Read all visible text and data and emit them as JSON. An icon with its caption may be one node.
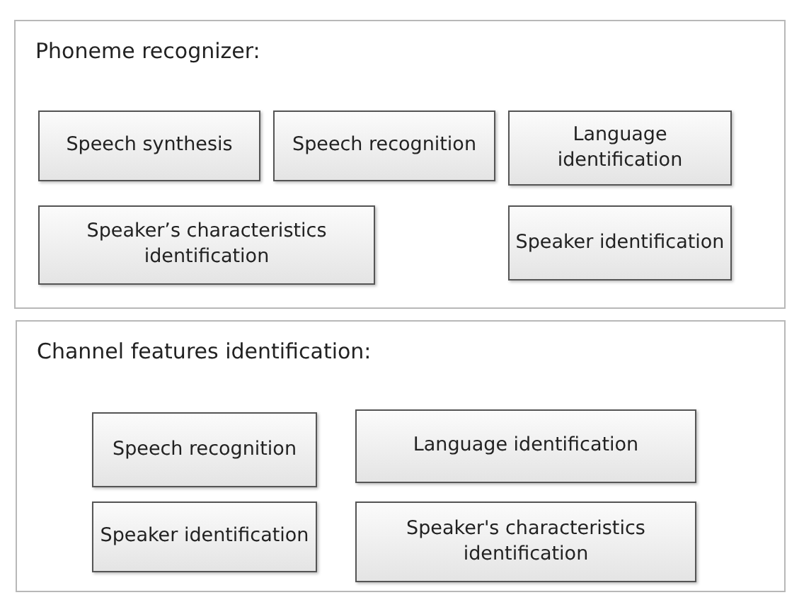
{
  "diagram": {
    "nodes": [
      {
        "text": [
          "Phoneme recognizer:"
        ]
      },
      {
        "text": [
          "Speech synthesis"
        ],
        "in": 0
      },
      {
        "text": [
          "Speech recognition"
        ],
        "in": 0
      },
      {
        "text": [
          "Language identification"
        ],
        "in": 0
      },
      {
        "text": [
          "Speaker’s characteristics identification"
        ],
        "in": 0
      },
      {
        "text": [
          "Speaker identification"
        ],
        "in": 0
      },
      {
        "text": [
          "Channel features identification:"
        ]
      },
      {
        "text": [
          "Speech recognition"
        ],
        "in": 6
      },
      {
        "text": [
          "Language identification"
        ],
        "in": 6
      },
      {
        "text": [
          "Speaker identification"
        ],
        "in": 6
      },
      {
        "text": [
          "Speaker's characteristics identification"
        ],
        "in": 6
      }
    ]
  }
}
